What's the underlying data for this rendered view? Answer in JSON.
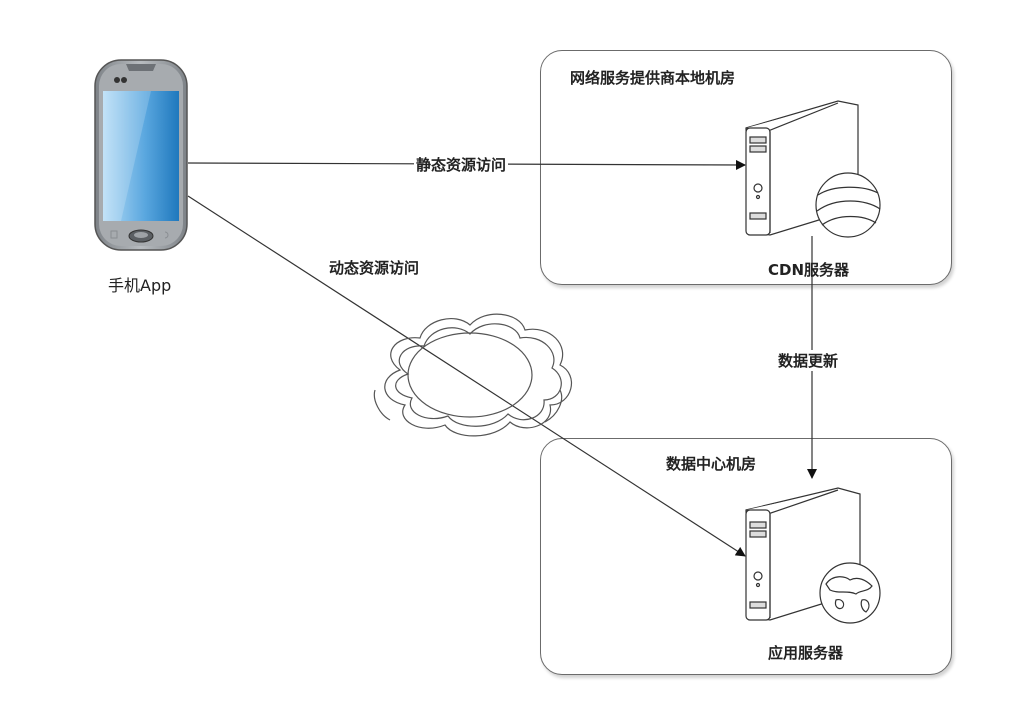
{
  "diagram": {
    "nodes": {
      "phone": {
        "label": "手机App",
        "icon": "mobile-phone-icon"
      },
      "cdn_server": {
        "label": "CDN服务器",
        "icon": "server-with-globe-icon"
      },
      "app_server": {
        "label": "应用服务器",
        "icon": "server-with-world-map-icon"
      },
      "internet": {
        "icon": "cloud-icon"
      }
    },
    "groups": {
      "isp_room": {
        "label": "网络服务提供商本地机房"
      },
      "datacenter": {
        "label": "数据中心机房"
      }
    },
    "edges": [
      {
        "from": "phone",
        "to": "cdn_server",
        "label": "静态资源访问"
      },
      {
        "from": "phone",
        "to": "app_server",
        "label": "动态资源访问",
        "via": "internet"
      },
      {
        "from": "cdn_server",
        "to": "app_server",
        "label": "数据更新"
      }
    ],
    "colors": {
      "line": "#333333",
      "box_border": "#6b6b6b",
      "screen_light": "#a9d4f2",
      "screen_dark": "#2e86c8",
      "phone_body": "#9a9ea3"
    }
  }
}
